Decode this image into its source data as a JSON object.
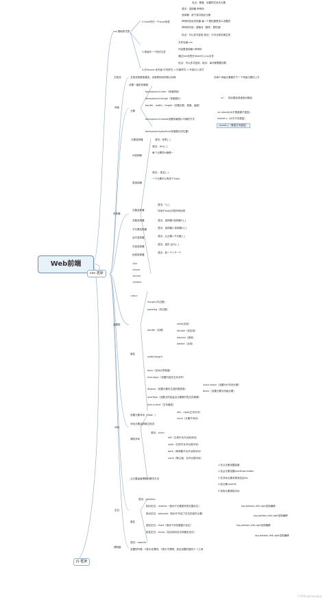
{
  "root": "Web前端",
  "hubs": {
    "css": "css 渲染",
    "js": "JS 框架"
  },
  "watermark": "CSDN @jhaiwqjdy",
  "top": [
    "优点：覆盖、设置样式优先元素",
    "语法：选择器 声明块",
    "选择器：用于选中指定元素",
    "声明块告诉浏览器 每一个属性都是怎么设置的",
    "声明块内容：键值对（属性：属性值）",
    "优点：可以多次复用 缺点：只对当前页面生效",
    "文件后缀.css",
    "内容是选择器+声明块",
    "通过link标签在head引入css文件",
    "优点：可以多次复用，缺点：每次都需要加载",
    "4.@import 优先级 行内样式 > 内部样式 > 外部引入样式"
  ],
  "css_basic": {
    "label": "css 基础样式表",
    "emb": "2.html样式一个style标签",
    "ext": "3.单独写一个样式文件"
  },
  "doc_flow": {
    "label": "文档流",
    "note": "文档流就是普通流，也就是网页的默认布局",
    "note2": "在每个块级元素都在下一个块级元素的上方"
  },
  "bg": {
    "label": "背景",
    "rows": [
      "设置一幅张背景图",
      "background-color（背景颜色）",
      "background-image（背景图片）",
      "border、width、height（设置边框、宽度、高度）",
      "background-repeat设置背景图片平铺的方式",
      "background-position(背景图片的位置)"
    ],
    "side": "元素",
    "sub": [
      "url",
      "相对路径或者绝对路径",
      "no-repeat(水平垂直都不重复)",
      "repeat-x（水平方向重复）",
      "repeat-y（垂直方向重复）"
    ]
  },
  "sel": {
    "label": "选择器",
    "groups": [
      "元素选择器",
      "id选择器",
      "类选择器",
      "交集选择器",
      "并集选择器",
      "子元素选择器",
      "后代选择器",
      "兄弟选择器",
      "伪类选择器"
    ],
    "rows": [
      "语法：标签{ }",
      "语法：#id{ }",
      "每个元素的id值唯一",
      "语法：.类名{ }",
      "一个元素可以有多个class",
      "语法：*{ }",
      "作用于body内的所有标签",
      "语法：选择器1选择器2{ }",
      "语法：选择器1,选择器2{ }",
      "语法：父元素>子元素{ }",
      "语法：祖先 后代{ }",
      "语法：前一个+下一个",
      ":link",
      ":hover",
      ":active",
      ":visited"
    ]
  },
  "box": {
    "label": "盒模型",
    "rows": [
      "<div>",
      "margin(外边框)",
      "padding（内边框）",
      "border（边框）",
      "solid(实线)",
      "dotted（点线）",
      "dashed（虚线）",
      "double（双实线）",
      "width/height",
      "auto（自动计算宽度）"
    ],
    "side": "属性",
    "props": [
      "text-align（设置内容在文本对齐）",
      "display（设置元素在生成的框类型）",
      "overflow（设置当内容溢出元素框时发生的事情）",
      "text-indent（文本缩进）",
      "inline-block（设置为行内块元素）",
      "block（设置元素为块级元素）"
    ]
  },
  "float": {
    "label": "浮动",
    "rows": [
      "设置元素浮动（float：）",
      "left、right(左浮右浮)",
      "none（元素不浮动）",
      "浮动元素会脱离文档流",
      "清除浮动",
      "语法：clear：",
      "left（左侧不允许出现浮动）",
      "right（右侧不允许出现浮动）",
      "both（两侧都不允许出现浮动）",
      "none（默认值，允许出现浮动）"
    ],
    "fix": [
      "1.在父元素设置高度",
      "2.给父元素设置overflow:hidden",
      "3.在浮动元素末尾添加空div",
      "4.伪元素clearfix",
      "5.双伪元素清除浮动"
    ],
    "fix_label": "父元素高度塌陷的解决方法"
  },
  "pos": {
    "label": "定位",
    "rows": [
      "语法：position：",
      "相对定位：relative（相对于元素原来的位置定位）",
      "绝对定位：absolute（相对于开启了定位的祖先元素）",
      "固定定位：fixed（相对于浏览器窗口定位）",
      "粘性定位：sticky（结合相对定位和固定定位）"
    ],
    "side": "属性",
    "notes": [
      "top,bottom,left,right控制偏移",
      "top,bottom,left,right控制偏移",
      "top,bottom,left,right控制偏移",
      "top,bottom,left,right控制偏移"
    ]
  },
  "trans": {
    "label": "透明度",
    "r1": "语法：opacity：",
    "r2": "设置的时候，0表示全透明，1表示不透明，而且设置的值在0~1之间"
  }
}
